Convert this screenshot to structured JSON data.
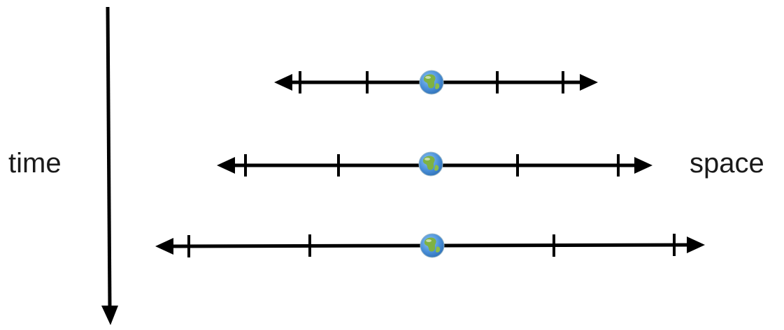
{
  "labels": {
    "time": "time",
    "space": "space"
  },
  "colors": {
    "line": "#000000",
    "ocean": "#4a90d9",
    "land": "#7fb241",
    "background": "#ffffff"
  },
  "icons": {
    "earth": "earth-globe-icon"
  },
  "rows": [
    {
      "name": "early-time",
      "ticks_each_side": 2,
      "relative_scale": 1.0
    },
    {
      "name": "middle-time",
      "ticks_each_side": 2,
      "relative_scale": 1.35
    },
    {
      "name": "late-time",
      "ticks_each_side": 2,
      "relative_scale": 1.8
    }
  ]
}
